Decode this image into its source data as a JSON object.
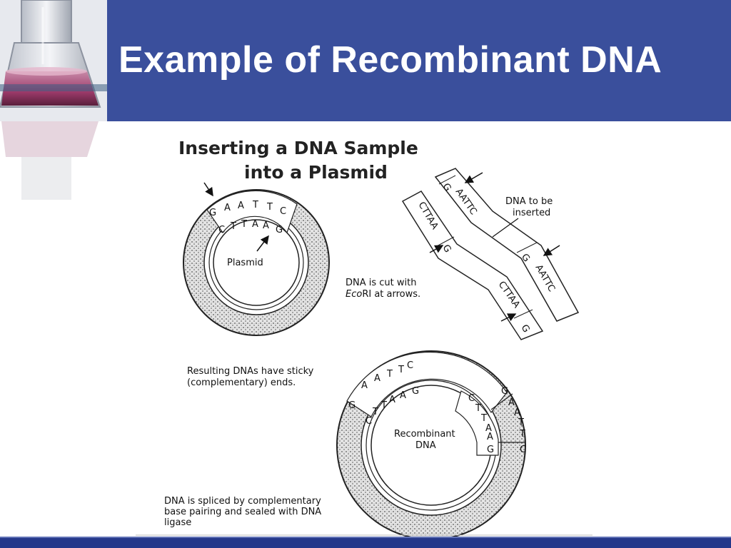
{
  "slide": {
    "title": "Example of Recombinant DNA"
  },
  "diagram": {
    "heading_line1": "Inserting a DNA Sample",
    "heading_line2": "into a Plasmid",
    "plasmid_label": "Plasmid",
    "plasmid_top_outer": [
      "G",
      "A",
      "A",
      "T",
      "T",
      "C"
    ],
    "plasmid_top_inner": [
      "C",
      "T",
      "T",
      "A",
      "A",
      "G"
    ],
    "insert_label_line1": "DNA to be",
    "insert_label_line2": "inserted",
    "insert_strand_a": [
      "G",
      "AATTC",
      "G",
      "AATTC"
    ],
    "insert_strand_b": [
      "CTTAA",
      "G",
      "CTTAA",
      "G"
    ],
    "cut_label_line1": "DNA is cut with",
    "cut_label_eco": "Eco",
    "cut_label_rest": "RI at arrows.",
    "sticky_label_line1": "Resulting DNAs have sticky",
    "sticky_label_line2": "(complementary) ends.",
    "recombinant_label_line1": "Recombinant",
    "recombinant_label_line2": "DNA",
    "recomb_top": [
      "A",
      "A",
      "T",
      "T",
      "C"
    ],
    "recomb_left_outer": [
      "G"
    ],
    "recomb_left_inner": [
      "C",
      "T",
      "T",
      "A",
      "A",
      "G"
    ],
    "recomb_right_inner": [
      "C",
      "T",
      "T",
      "A",
      "A",
      "G"
    ],
    "recomb_right_outer": [
      "G",
      "A",
      "A",
      "T",
      "T",
      "C"
    ],
    "spliced_label_line1": "DNA is spliced by complementary",
    "spliced_label_line2": "base pairing and sealed with DNA",
    "spliced_label_line3": "ligase"
  }
}
